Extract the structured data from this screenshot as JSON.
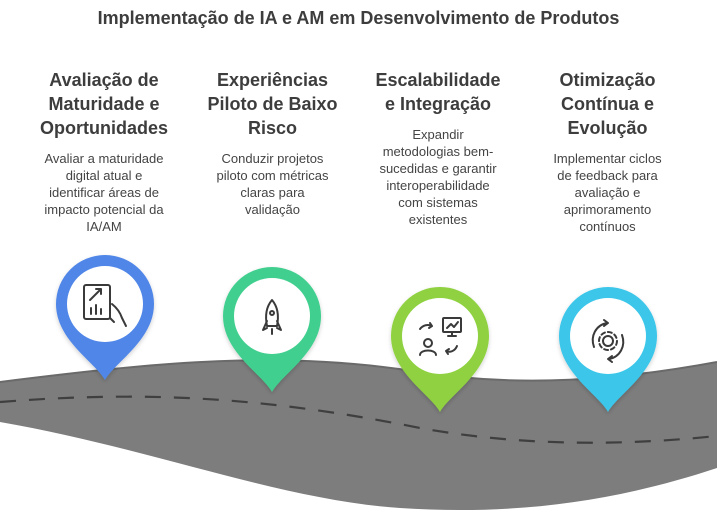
{
  "title": "Implementação de IA e AM em Desenvolvimento de Produtos",
  "steps": [
    {
      "heading": [
        "Avaliação de",
        "Maturidade e",
        "Oportunidades"
      ],
      "desc": [
        "Avaliar a maturidade",
        "digital atual e",
        "identificar áreas de",
        "impacto potencial da",
        "IA/AM"
      ],
      "icon": "chart-document-icon",
      "color": "#4f86e8"
    },
    {
      "heading": [
        "Experiências",
        "Piloto de Baixo",
        "Risco"
      ],
      "desc": [
        "Conduzir projetos",
        "piloto com métricas",
        "claras para",
        "validação"
      ],
      "icon": "rocket-icon",
      "color": "#3fcf8e"
    },
    {
      "heading": [
        "Escalabilidade",
        "e Integração"
      ],
      "desc": [
        "Expandir",
        "metodologias bem-",
        "sucedidas e garantir",
        "interoperabilidade",
        "com sistemas",
        "existentes"
      ],
      "icon": "integration-icon",
      "color": "#8fd13f"
    },
    {
      "heading": [
        "Otimização",
        "Contínua e",
        "Evolução"
      ],
      "desc": [
        "Implementar ciclos",
        "de feedback para",
        "avaliação e",
        "aprimoramento",
        "contínuos"
      ],
      "icon": "gear-cycle-icon",
      "color": "#3bc6ea"
    }
  ]
}
